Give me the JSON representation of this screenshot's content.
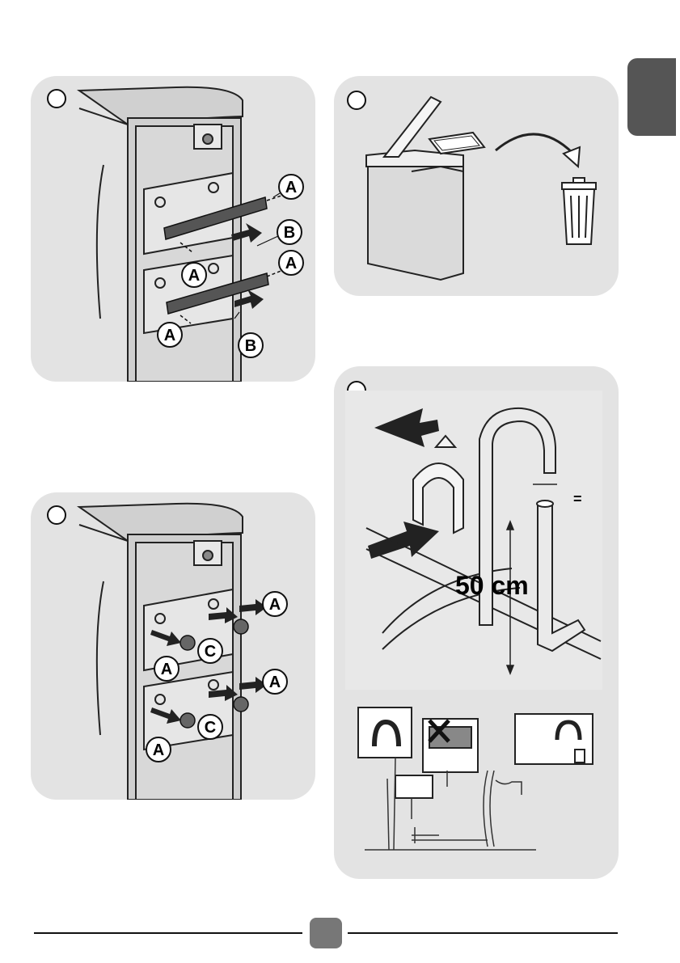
{
  "labels": {
    "a": "A",
    "b": "B",
    "c": "C",
    "measure": "50 cm",
    "equal": "="
  },
  "colors": {
    "panel": "#e3e3e3",
    "tab": "#555555",
    "page_badge": "#777777"
  }
}
